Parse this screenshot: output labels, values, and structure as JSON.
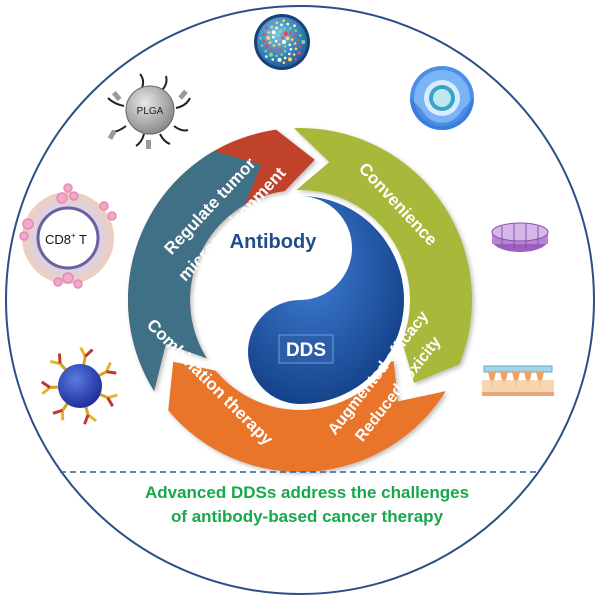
{
  "center": {
    "top_label": "Antibody",
    "bottom_label": "DDS"
  },
  "ring_segments": [
    {
      "label": "Regulate tumor",
      "label2": "microenvironment",
      "color": "#c0422c"
    },
    {
      "label": "Convenience",
      "color": "#a8b83a"
    },
    {
      "label": "Augmented efficacy",
      "label2": "Reduced toxicity",
      "color": "#e8742a"
    },
    {
      "label": "Combination therapy",
      "color": "#3f6f86"
    }
  ],
  "icons": {
    "plga_particle": "PLGA",
    "cd8_cell_label": "CD8",
    "cd8_cell_sup": "+",
    "cd8_cell_suffix": " T"
  },
  "caption": {
    "line1": "Advanced DDSs address the challenges",
    "line2": "of antibody-based cancer therapy",
    "color": "#16a84a"
  },
  "colors": {
    "outer_circle": "#2b4f86",
    "dashed_line": "#2e5f9c",
    "yin_blue": "#1c4a8f",
    "antibody_text": "#1f4e8c"
  }
}
